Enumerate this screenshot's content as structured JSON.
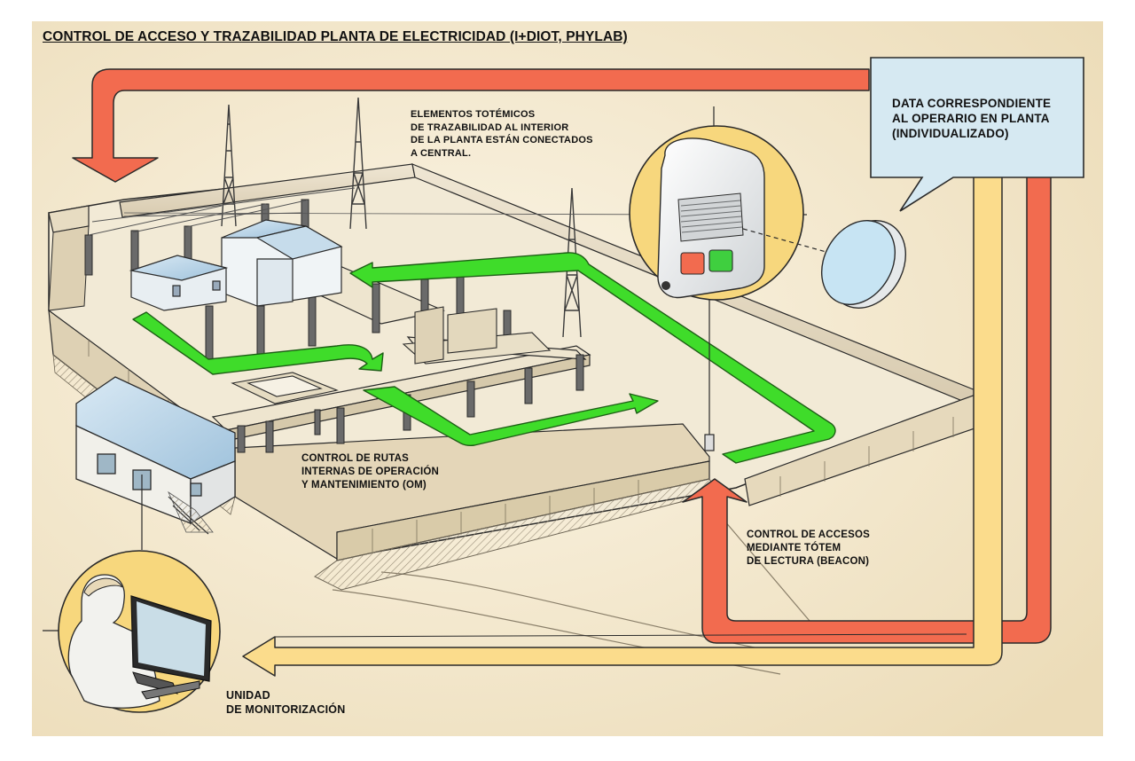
{
  "title": "CONTROL DE ACCESO Y TRAZABILIDAD PLANTA DE ELECTRICIDAD (I+DIOT, PHYLAB)",
  "labels": {
    "totems": [
      "ELEMENTOS TOTÉMICOS",
      "DE TRAZABILIDAD AL INTERIOR",
      "DE LA PLANTA ESTÁN CONECTADOS",
      "A CENTRAL."
    ],
    "operator_data": [
      "DATA CORRESPONDIENTE",
      "AL OPERARIO EN PLANTA",
      "(INDIVIDUALIZADO)"
    ],
    "internal_routes": [
      "CONTROL DE RUTAS",
      "INTERNAS DE OPERACIÓN",
      "Y MANTENIMIENTO (OM)"
    ],
    "access_control": [
      "CONTROL DE ACCESOS",
      "MEDIANTE TÓTEM",
      "DE LECTURA (BEACON)"
    ],
    "monitoring_unit": [
      "UNIDAD",
      "DE MONITORIZACIÓN"
    ]
  },
  "colors": {
    "background": "#f7edd8",
    "red_arrow": "#f26b4f",
    "yellow_arrow": "#fbdc8c",
    "green_route": "#3fdc2a",
    "callout_fill": "#d6e9f2",
    "totem_circle": "#f7d77d",
    "monitor_circle": "#f7d77d",
    "building_roof": "#b7d4e8",
    "outline": "#2a2a2a"
  }
}
